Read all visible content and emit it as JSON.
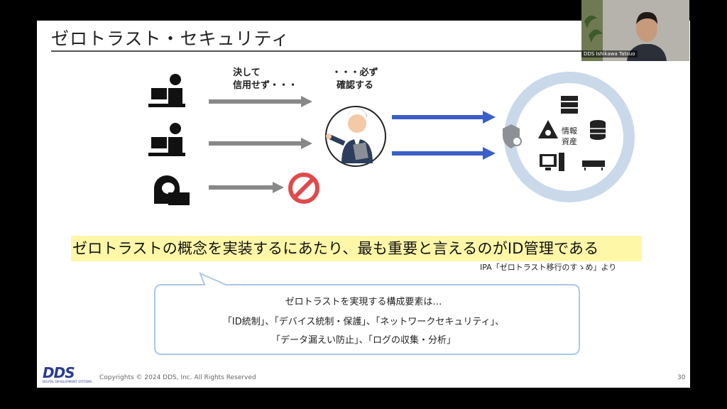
{
  "slide": {
    "title": "ゼロトラスト・セキュリティ",
    "caption_left": [
      "決して",
      "信用せず・・・"
    ],
    "caption_right": [
      "・・・必ず",
      "確認する"
    ],
    "asset_label": [
      "情報",
      "資産"
    ],
    "highlight": "ゼロトラストの概念を実装するにあたり、最も重要と言えるのがID管理である",
    "source": "IPA「ゼロトラスト移行のすゝめ」より",
    "callout": {
      "heading": "ゼロトラストを実現する構成要素は…",
      "line1": "「ID統制」、「デバイス統制・保護」、「ネットワークセキュリティ」、",
      "line2": "「データ漏えい防止」、「ログの収集・分析」"
    },
    "logo_text": "DDS",
    "logo_subtext": "DIGITAL DEVELOPMENT SYSTEMS",
    "copyright": "Copyrights © 2024 DDS, Inc. All Rights Reserved",
    "page_number": "30"
  },
  "webcam": {
    "name": "DDS Ishikawa Tatsuo"
  },
  "colors": {
    "gray_arrow": "#888888",
    "blue_arrow": "#3a5fc8",
    "ring": "#c9d9ea",
    "highlight": "#fff7a8",
    "prohibit": "#e04a4a",
    "callout_border": "#a9c8e6"
  }
}
